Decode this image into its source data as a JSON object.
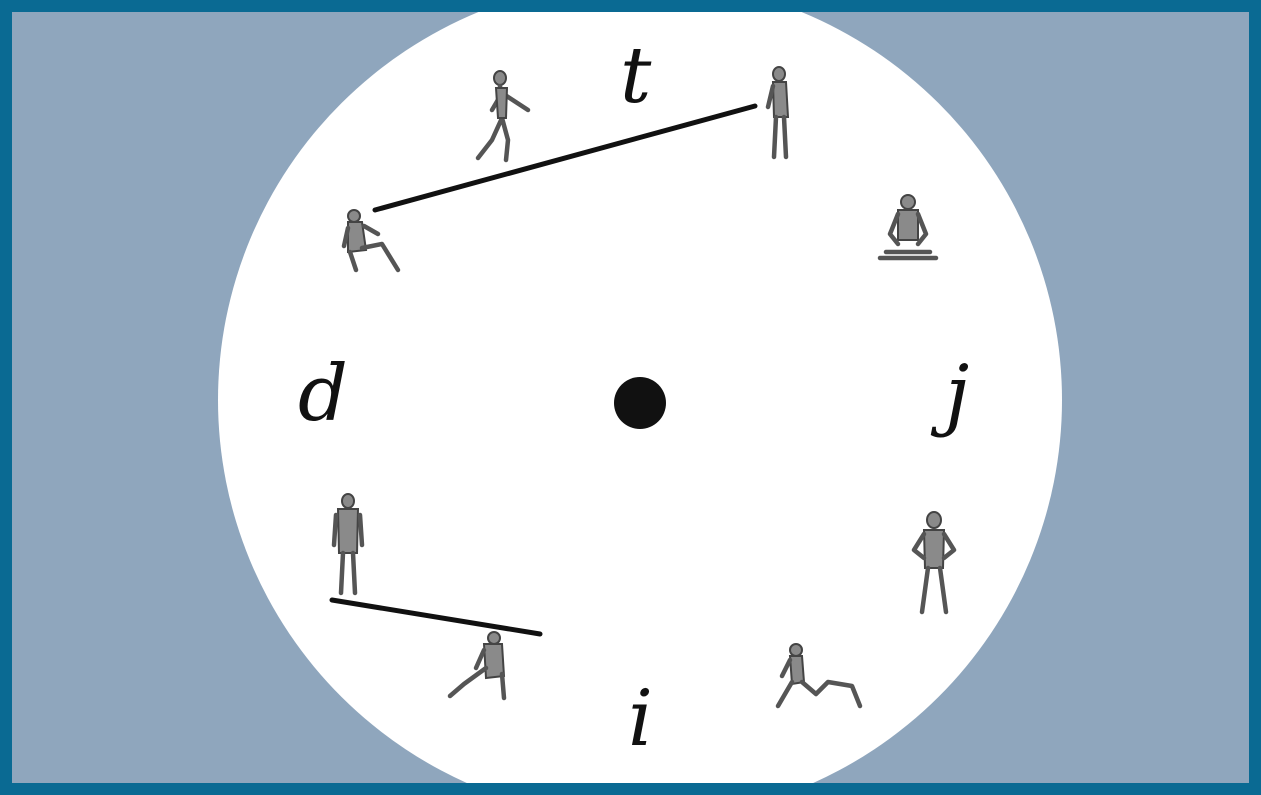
{
  "labels": {
    "top": "t",
    "left": "d",
    "right": "j",
    "bottom": "i"
  },
  "figures": [
    {
      "id": "figure-running",
      "pose": "running"
    },
    {
      "id": "figure-standing-top",
      "pose": "standing"
    },
    {
      "id": "figure-sitting-upper-left",
      "pose": "sitting"
    },
    {
      "id": "figure-meditating",
      "pose": "seated-crosslegged"
    },
    {
      "id": "figure-standing-lower-left",
      "pose": "standing"
    },
    {
      "id": "figure-sitting-lower-left",
      "pose": "sitting"
    },
    {
      "id": "figure-standing-hands-on-hips",
      "pose": "standing-hands-on-hips"
    },
    {
      "id": "figure-reclining",
      "pose": "reclining"
    }
  ],
  "colors": {
    "border": "#0a6a93",
    "background": "#8fa6bd",
    "disk": "#ffffff",
    "ink": "#111111"
  }
}
